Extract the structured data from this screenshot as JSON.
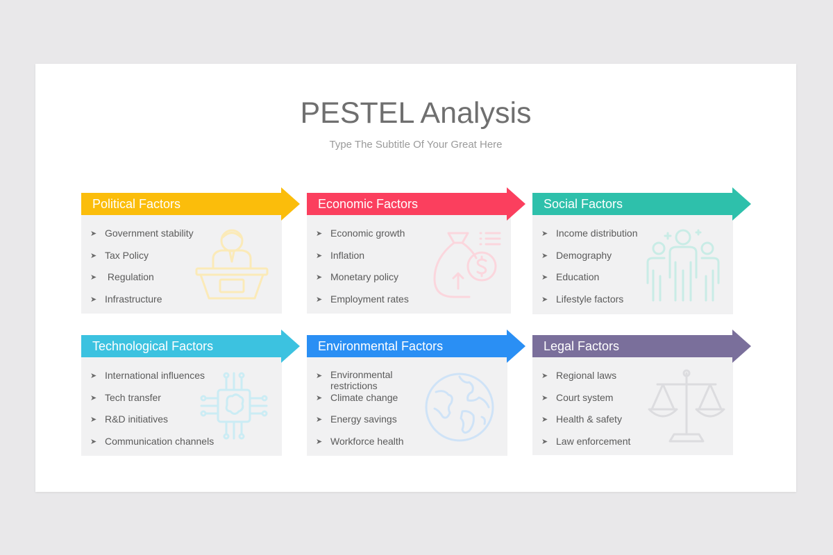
{
  "header": {
    "title": "PESTEL Analysis",
    "subtitle": "Type The Subtitle Of Your Great Here"
  },
  "cards": [
    {
      "title": "Political Factors",
      "color": "#fbbd0b",
      "icon": "politician-podium-icon",
      "items": [
        "Government stability",
        "Tax Policy",
        " Regulation",
        "Infrastructure"
      ]
    },
    {
      "title": "Economic Factors",
      "color": "#fb3f5e",
      "icon": "money-bag-growth-icon",
      "items": [
        "Economic growth",
        "Inflation",
        "Monetary policy",
        "Employment rates"
      ]
    },
    {
      "title": "Social Factors",
      "color": "#2ec0ab",
      "icon": "people-group-icon",
      "items": [
        "Income distribution",
        "Demography",
        "Education",
        "Lifestyle factors"
      ]
    },
    {
      "title": "Technological Factors",
      "color": "#3cc2e0",
      "icon": "ai-chip-brain-icon",
      "items": [
        "International influences",
        "Tech transfer",
        "R&D initiatives",
        "Communication channels"
      ]
    },
    {
      "title": "Environmental Factors",
      "color": "#2a8ff4",
      "icon": "globe-icon",
      "items": [
        "Environmental restrictions",
        "Climate change",
        "Energy savings",
        "Workforce health"
      ]
    },
    {
      "title": "Legal Factors",
      "color": "#7a6f9b",
      "icon": "scales-of-justice-icon",
      "items": [
        "Regional laws",
        "Court system",
        "Health & safety",
        "Law enforcement"
      ]
    }
  ]
}
